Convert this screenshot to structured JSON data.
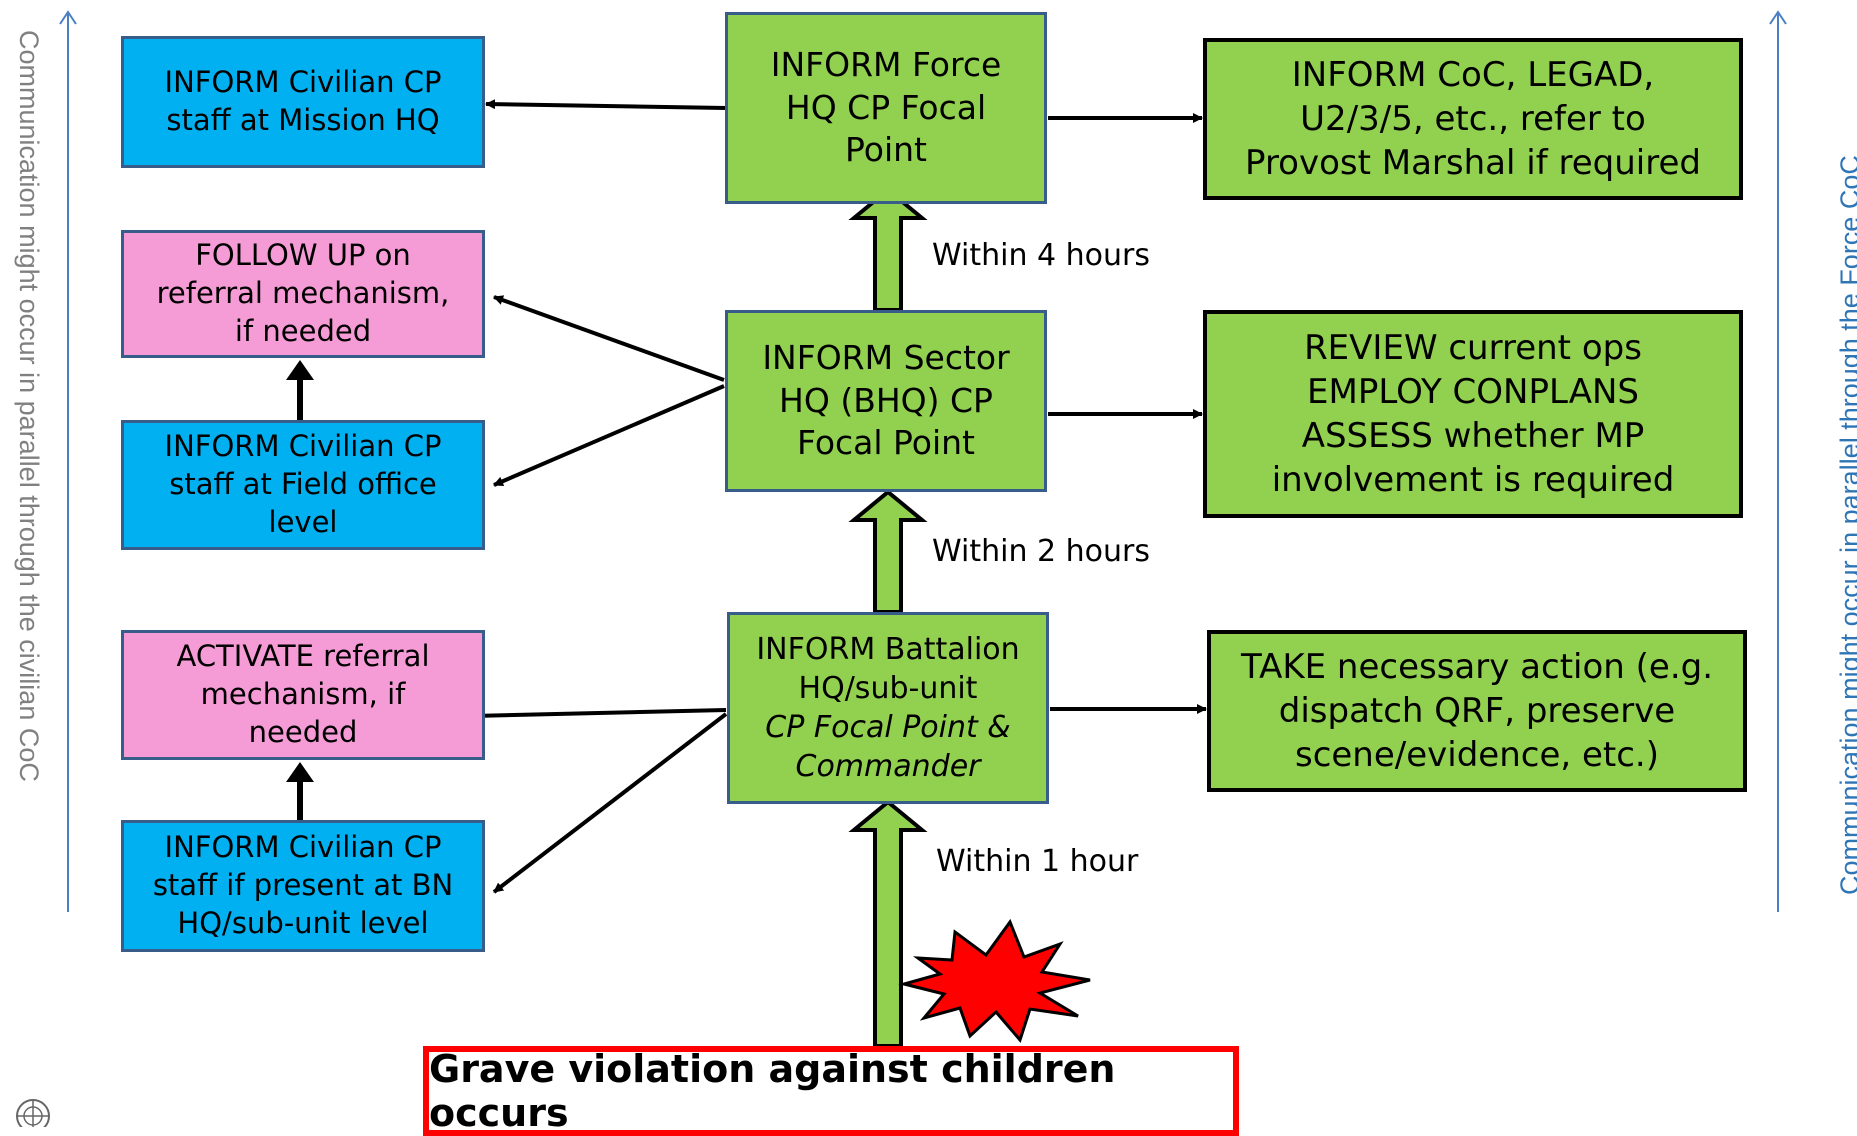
{
  "diagram": {
    "side_left": "Communication might occur in parallel through the civilian CoC",
    "side_right": "Communication might occur in parallel through the Force CoC",
    "center": {
      "force_hq": [
        "INFORM Force",
        "HQ CP Focal",
        "Point"
      ],
      "sector_hq": [
        "INFORM Sector",
        "HQ (BHQ) CP",
        "Focal Point"
      ],
      "battalion": [
        "INFORM Battalion",
        "HQ/sub-unit",
        "CP Focal Point &",
        "Commander"
      ]
    },
    "left": {
      "civilian_mission_hq": [
        "INFORM Civilian CP",
        "staff at Mission HQ"
      ],
      "follow_up": [
        "FOLLOW UP on",
        "referral mechanism,",
        "if needed"
      ],
      "civilian_field_office": [
        "INFORM Civilian CP",
        "staff at Field office",
        "level"
      ],
      "activate_referral": [
        "ACTIVATE referral",
        "mechanism, if",
        "needed"
      ],
      "civilian_bn": [
        "INFORM Civilian CP",
        "staff if present at BN",
        "HQ/sub-unit level"
      ]
    },
    "right": {
      "coc": [
        "INFORM CoC, LEGAD,",
        "U2/3/5, etc., refer to",
        "Provost Marshal if required"
      ],
      "review": [
        "REVIEW current ops",
        "EMPLOY CONPLANS",
        "ASSESS whether MP",
        "involvement is required"
      ],
      "take_action": [
        "TAKE necessary action (e.g.",
        "dispatch QRF, preserve",
        "scene/evidence, etc.)"
      ]
    },
    "timings": {
      "within_4": "Within 4 hours",
      "within_2": "Within 2 hours",
      "within_1": "Within 1 hour"
    },
    "violation": "Grave violation against children occurs",
    "colors": {
      "blue": "#00b0f0",
      "pink": "#f59bd6",
      "green": "#92d050",
      "alert": "#ff0000"
    }
  }
}
